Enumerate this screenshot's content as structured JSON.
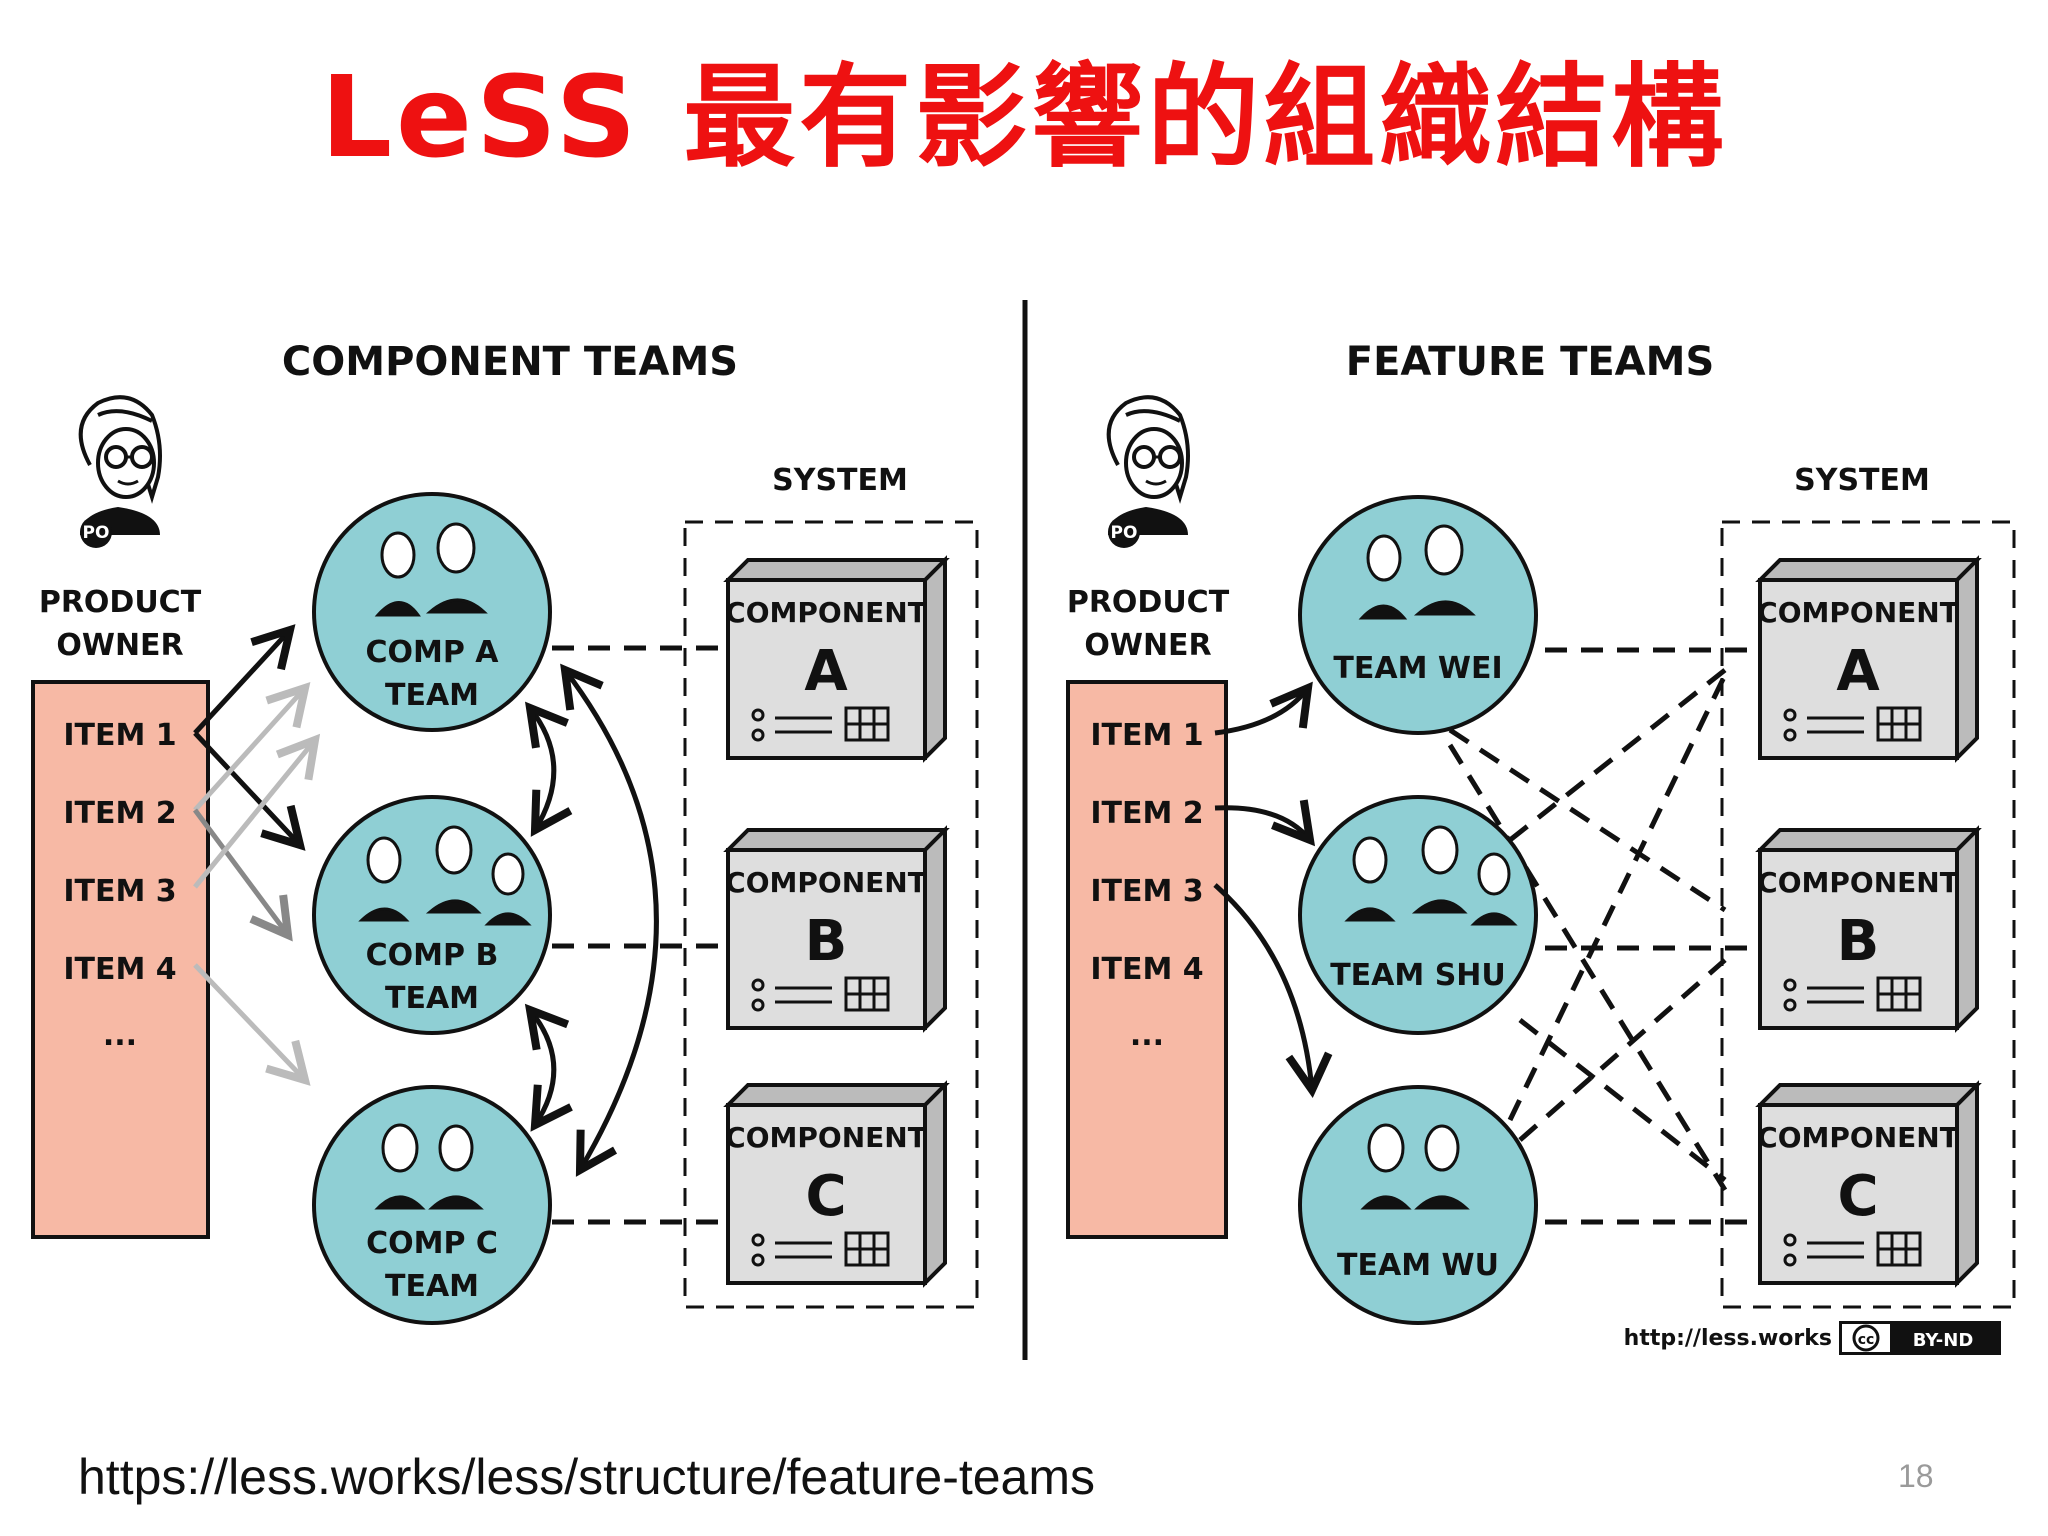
{
  "slide": {
    "title": "LeSS 最有影響的組織結構",
    "source_url": "https://less.works/less/structure/feature-teams",
    "page_number": "18"
  },
  "component_side": {
    "heading": "COMPONENT TEAMS",
    "product_owner": {
      "badge": "PO",
      "label_line1": "PRODUCT",
      "label_line2": "OWNER"
    },
    "backlog_items": [
      "ITEM 1",
      "ITEM 2",
      "ITEM 3",
      "ITEM 4",
      "..."
    ],
    "teams": [
      {
        "line1": "COMP A",
        "line2": "TEAM"
      },
      {
        "line1": "COMP B",
        "line2": "TEAM"
      },
      {
        "line1": "COMP C",
        "line2": "TEAM"
      }
    ],
    "system_label": "SYSTEM",
    "components": [
      {
        "word": "COMPONENT",
        "letter": "A"
      },
      {
        "word": "COMPONENT",
        "letter": "B"
      },
      {
        "word": "COMPONENT",
        "letter": "C"
      }
    ]
  },
  "feature_side": {
    "heading": "FEATURE TEAMS",
    "product_owner": {
      "badge": "PO",
      "label_line1": "PRODUCT",
      "label_line2": "OWNER"
    },
    "backlog_items": [
      "ITEM 1",
      "ITEM 2",
      "ITEM 3",
      "ITEM 4",
      "..."
    ],
    "teams": [
      {
        "line1": "TEAM WEI"
      },
      {
        "line1": "TEAM SHU"
      },
      {
        "line1": "TEAM WU"
      }
    ],
    "system_label": "SYSTEM",
    "components": [
      {
        "word": "COMPONENT",
        "letter": "A"
      },
      {
        "word": "COMPONENT",
        "letter": "B"
      },
      {
        "word": "COMPONENT",
        "letter": "C"
      }
    ]
  },
  "credit": {
    "url": "http://less.works",
    "license": "BY-ND",
    "cc_mark": "cc"
  },
  "colors": {
    "title": "#ee1111",
    "team_circle": "#8fcfd4",
    "backlog": "#f7b9a5",
    "component_box": "#dedede",
    "ink": "#111111"
  }
}
